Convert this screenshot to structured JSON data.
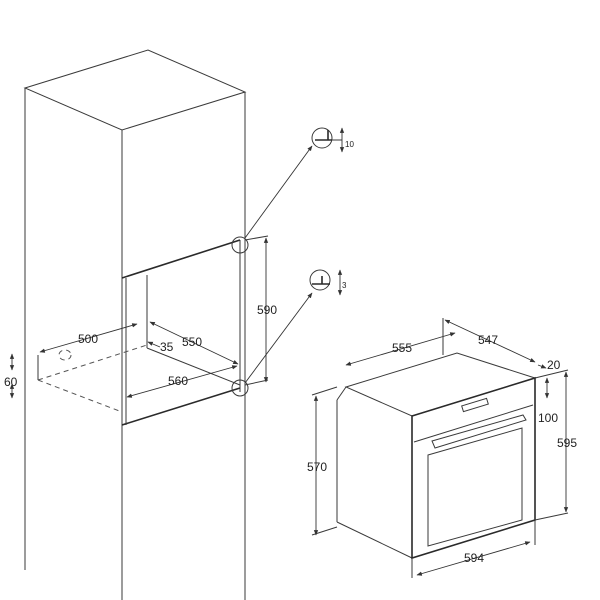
{
  "dimensions": {
    "cabinet": {
      "depth": "500",
      "height_gap": "60",
      "offset": "35",
      "niche_depth": "550",
      "niche_width": "560",
      "niche_height": "590"
    },
    "details": {
      "top_gap": "10",
      "bottom_gap": "3"
    },
    "oven": {
      "depth": "555",
      "side_depth": "547",
      "front_thickness": "20",
      "panel_height": "100",
      "total_height": "595",
      "body_height": "570",
      "width": "594"
    }
  }
}
